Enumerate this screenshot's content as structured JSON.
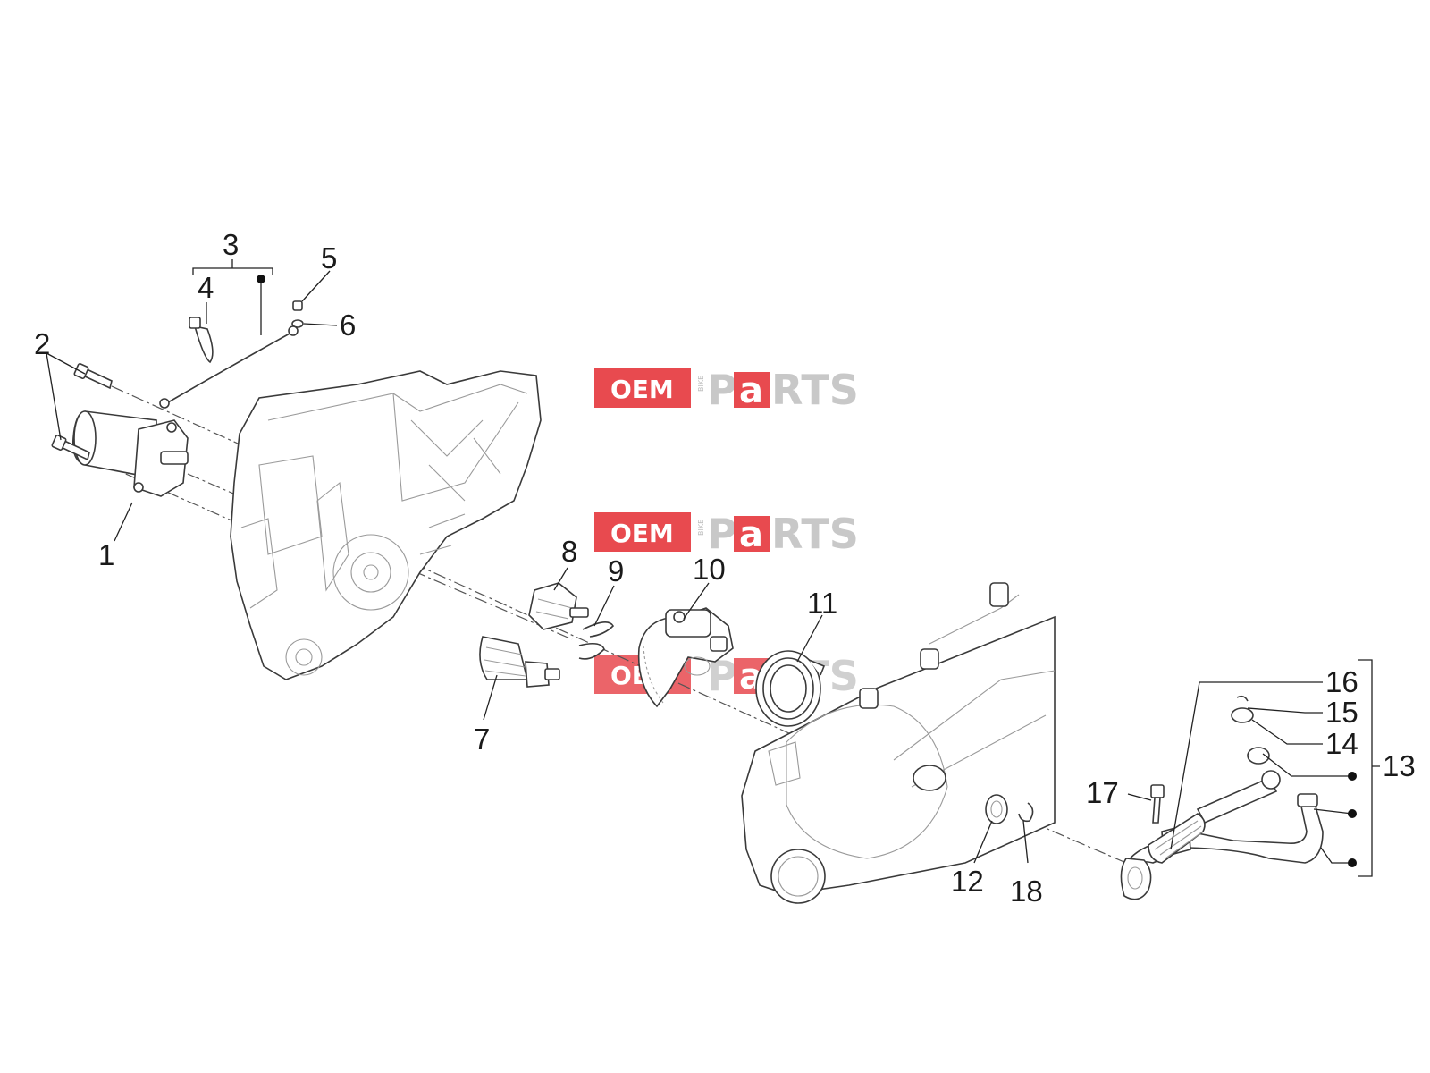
{
  "watermark": {
    "oem": "OEM",
    "bike": "BIKE",
    "parts_p": "P",
    "parts_a": "a",
    "parts_rest": "RTS",
    "accent_color": "#e84a4f",
    "grey_color": "#c8c8c8"
  },
  "part_labels": [
    {
      "id": "1",
      "text": "1"
    },
    {
      "id": "2",
      "text": "2"
    },
    {
      "id": "3",
      "text": "3"
    },
    {
      "id": "4",
      "text": "4"
    },
    {
      "id": "5",
      "text": "5"
    },
    {
      "id": "6",
      "text": "6"
    },
    {
      "id": "7",
      "text": "7"
    },
    {
      "id": "8",
      "text": "8"
    },
    {
      "id": "9",
      "text": "9"
    },
    {
      "id": "10",
      "text": "10"
    },
    {
      "id": "11",
      "text": "11"
    },
    {
      "id": "12",
      "text": "12"
    },
    {
      "id": "13",
      "text": "13"
    },
    {
      "id": "14",
      "text": "14"
    },
    {
      "id": "15",
      "text": "15"
    },
    {
      "id": "16",
      "text": "16"
    },
    {
      "id": "17",
      "text": "17"
    },
    {
      "id": "18",
      "text": "18"
    }
  ]
}
